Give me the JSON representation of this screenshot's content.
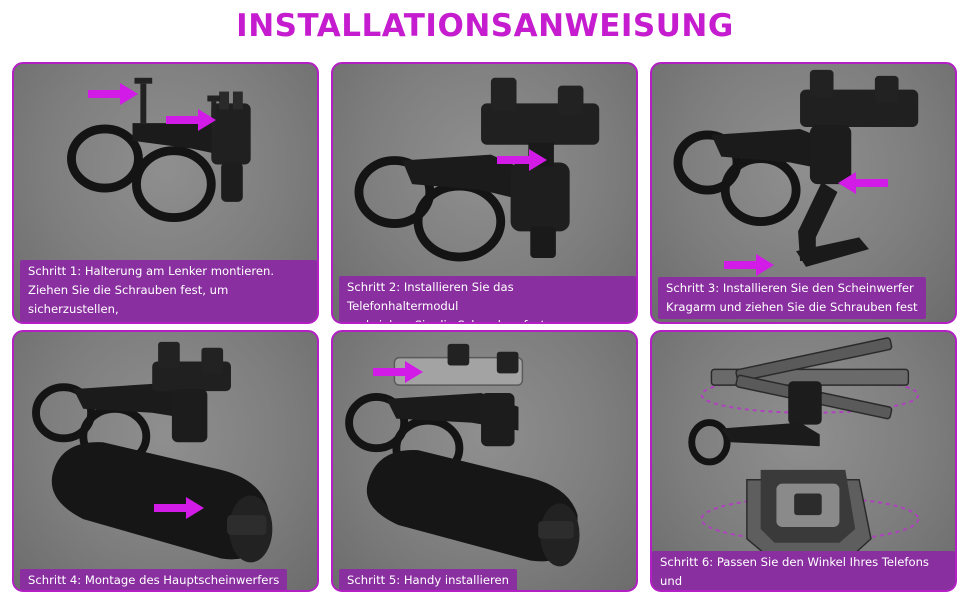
{
  "title": "INSTALLATIONSANWEISUNG",
  "colors": {
    "accent": "#c51ccf",
    "arrow": "#d21be6",
    "caption_bg": "#8a2fa0",
    "panel_bg": "#7e7e7e",
    "panel_border": "#b31fc4"
  },
  "steps": [
    {
      "caption": "Schritt 1: Halterung am Lenker montieren.\nZiehen Sie die Schrauben fest, um sicherzustellen,\ndass die Halterungsplattform horizontal ist."
    },
    {
      "caption": "Schritt 2: Installieren Sie das Telefonhaltermodul\nund ziehen Sie die Schrauben fest"
    },
    {
      "caption": "Schritt 3: Installieren Sie den Scheinwerfer\nKragarm und ziehen Sie die Schrauben fest"
    },
    {
      "caption": "Schritt 4: Montage des Hauptscheinwerfers"
    },
    {
      "caption": "Schritt 5: Handy installieren"
    },
    {
      "caption": "Schritt 6: Passen Sie den Winkel Ihres Telefons und\ndes Lichts an, damit Sie sich wohl fühlen"
    }
  ]
}
